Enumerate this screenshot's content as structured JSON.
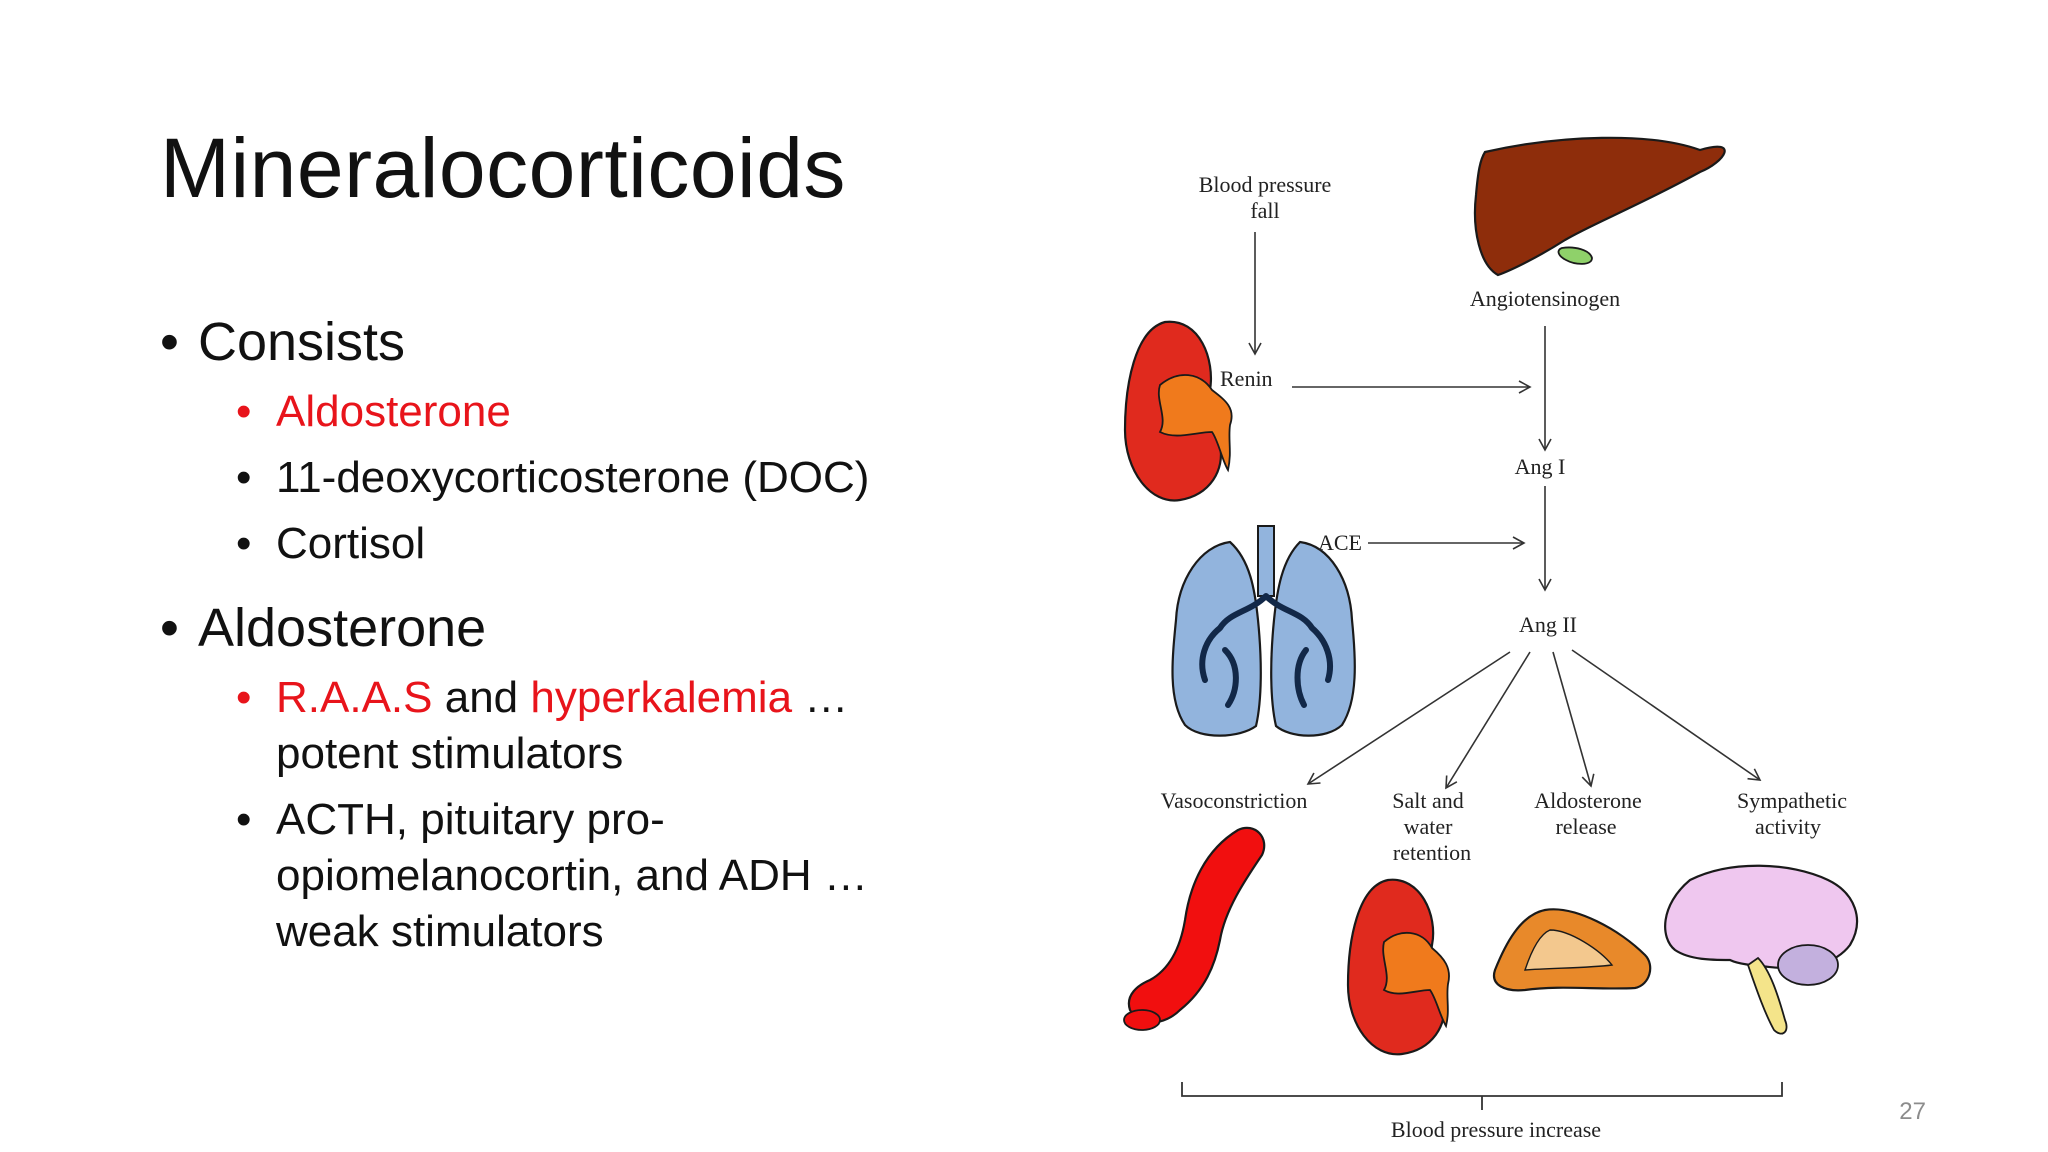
{
  "slide": {
    "title": "Mineralocorticoids",
    "page_number": "27",
    "bullets": {
      "consists_label": "Consists",
      "consists_items": [
        "Aldosterone",
        "11-deoxycorticosterone (DOC)",
        "Cortisol"
      ],
      "aldosterone_label": "Aldosterone",
      "raas": "R.A.A.S",
      "and_word": " and ",
      "hyperkalemia": "hyperkalemia",
      "potent_suffix": " … potent stimulators",
      "weak_text": "ACTH, pituitary pro-opiomelanocortin, and ADH … weak stimulators"
    }
  },
  "diagram": {
    "bp_fall_line1": "Blood pressure",
    "bp_fall_line2": "fall",
    "angiotensinogen": "Angiotensinogen",
    "renin": "Renin",
    "ang1": "Ang I",
    "ace": "ACE",
    "ang2": "Ang II",
    "vasoconstriction": "Vasoconstriction",
    "salt_line1": "Salt and",
    "salt_line2": "water",
    "salt_line3": "retention",
    "aldo_line1": "Aldosterone",
    "aldo_line2": "release",
    "symp_line1": "Sympathetic",
    "symp_line2": "activity",
    "bp_increase": "Blood pressure increase",
    "colors": {
      "liver": "#8e2d0b",
      "gallbladder": "#8fd16a",
      "kidney": "#e02a1e",
      "ureter": "#f07a1c",
      "lung": "#92b4dd",
      "vessel": "#f10f0f",
      "adrenal": "#e8892a",
      "brain": "#efc7ef",
      "brainstem": "#f4e48a"
    }
  }
}
